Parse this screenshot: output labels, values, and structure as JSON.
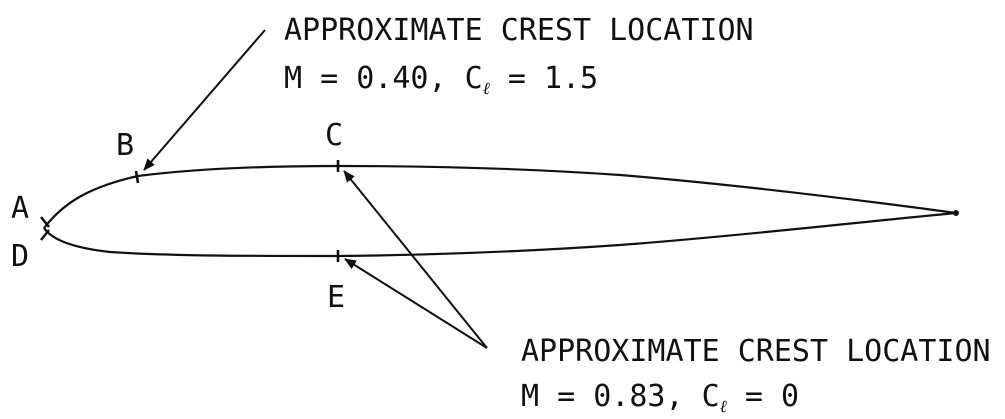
{
  "diagram": {
    "points": {
      "A": "A",
      "B": "B",
      "C": "C",
      "D": "D",
      "E": "E"
    },
    "annotation_upper": {
      "line1": "APPROXIMATE CREST LOCATION",
      "mach": "M = 0.40, C",
      "sub": "ℓ",
      "cl": " = 1.5"
    },
    "annotation_lower": {
      "line1": "APPROXIMATE CREST LOCATION",
      "mach": "M = 0.83, C",
      "sub": "ℓ",
      "cl": " = 0"
    },
    "colors": {
      "ink": "#111111",
      "background": "#ffffff"
    }
  }
}
